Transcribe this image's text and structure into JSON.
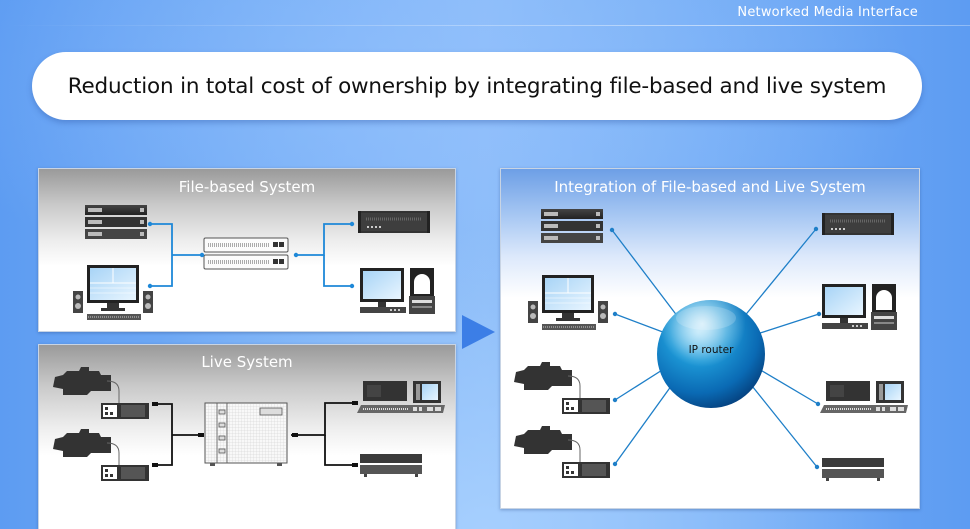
{
  "header": {
    "section_label": "Networked Media Interface"
  },
  "title": {
    "text": "Reduction in total cost of ownership by integrating file-based and live system"
  },
  "panels": {
    "file_based": {
      "title": "File-based System",
      "left_devices": [
        "server-rack-icon",
        "editing-workstation-icon"
      ],
      "hub": "network-switch-icon",
      "right_devices": [
        "storage-unit-icon",
        "archive-workstation-icon"
      ],
      "link_color": "#1e88d8"
    },
    "live": {
      "title": "Live System",
      "left_devices": [
        "camera-with-ccu-icon",
        "camera-with-ccu-icon"
      ],
      "hub": "sdi-router-icon",
      "right_devices": [
        "production-switcher-icon",
        "video-server-icon"
      ],
      "link_color": "#111111"
    },
    "integration": {
      "title": "Integration of File-based and Live System",
      "hub_label": "IP router",
      "left_devices": [
        "server-rack-icon",
        "editing-workstation-icon",
        "camera-with-ccu-icon",
        "camera-with-ccu-icon"
      ],
      "right_devices": [
        "storage-unit-icon",
        "archive-workstation-icon",
        "production-switcher-icon",
        "video-server-icon"
      ],
      "link_color": "#1e7fc8",
      "hub_color": "#1a8fd6"
    }
  },
  "arrow": {
    "icon": "arrow-right-icon",
    "color": "#3c7ee6"
  }
}
